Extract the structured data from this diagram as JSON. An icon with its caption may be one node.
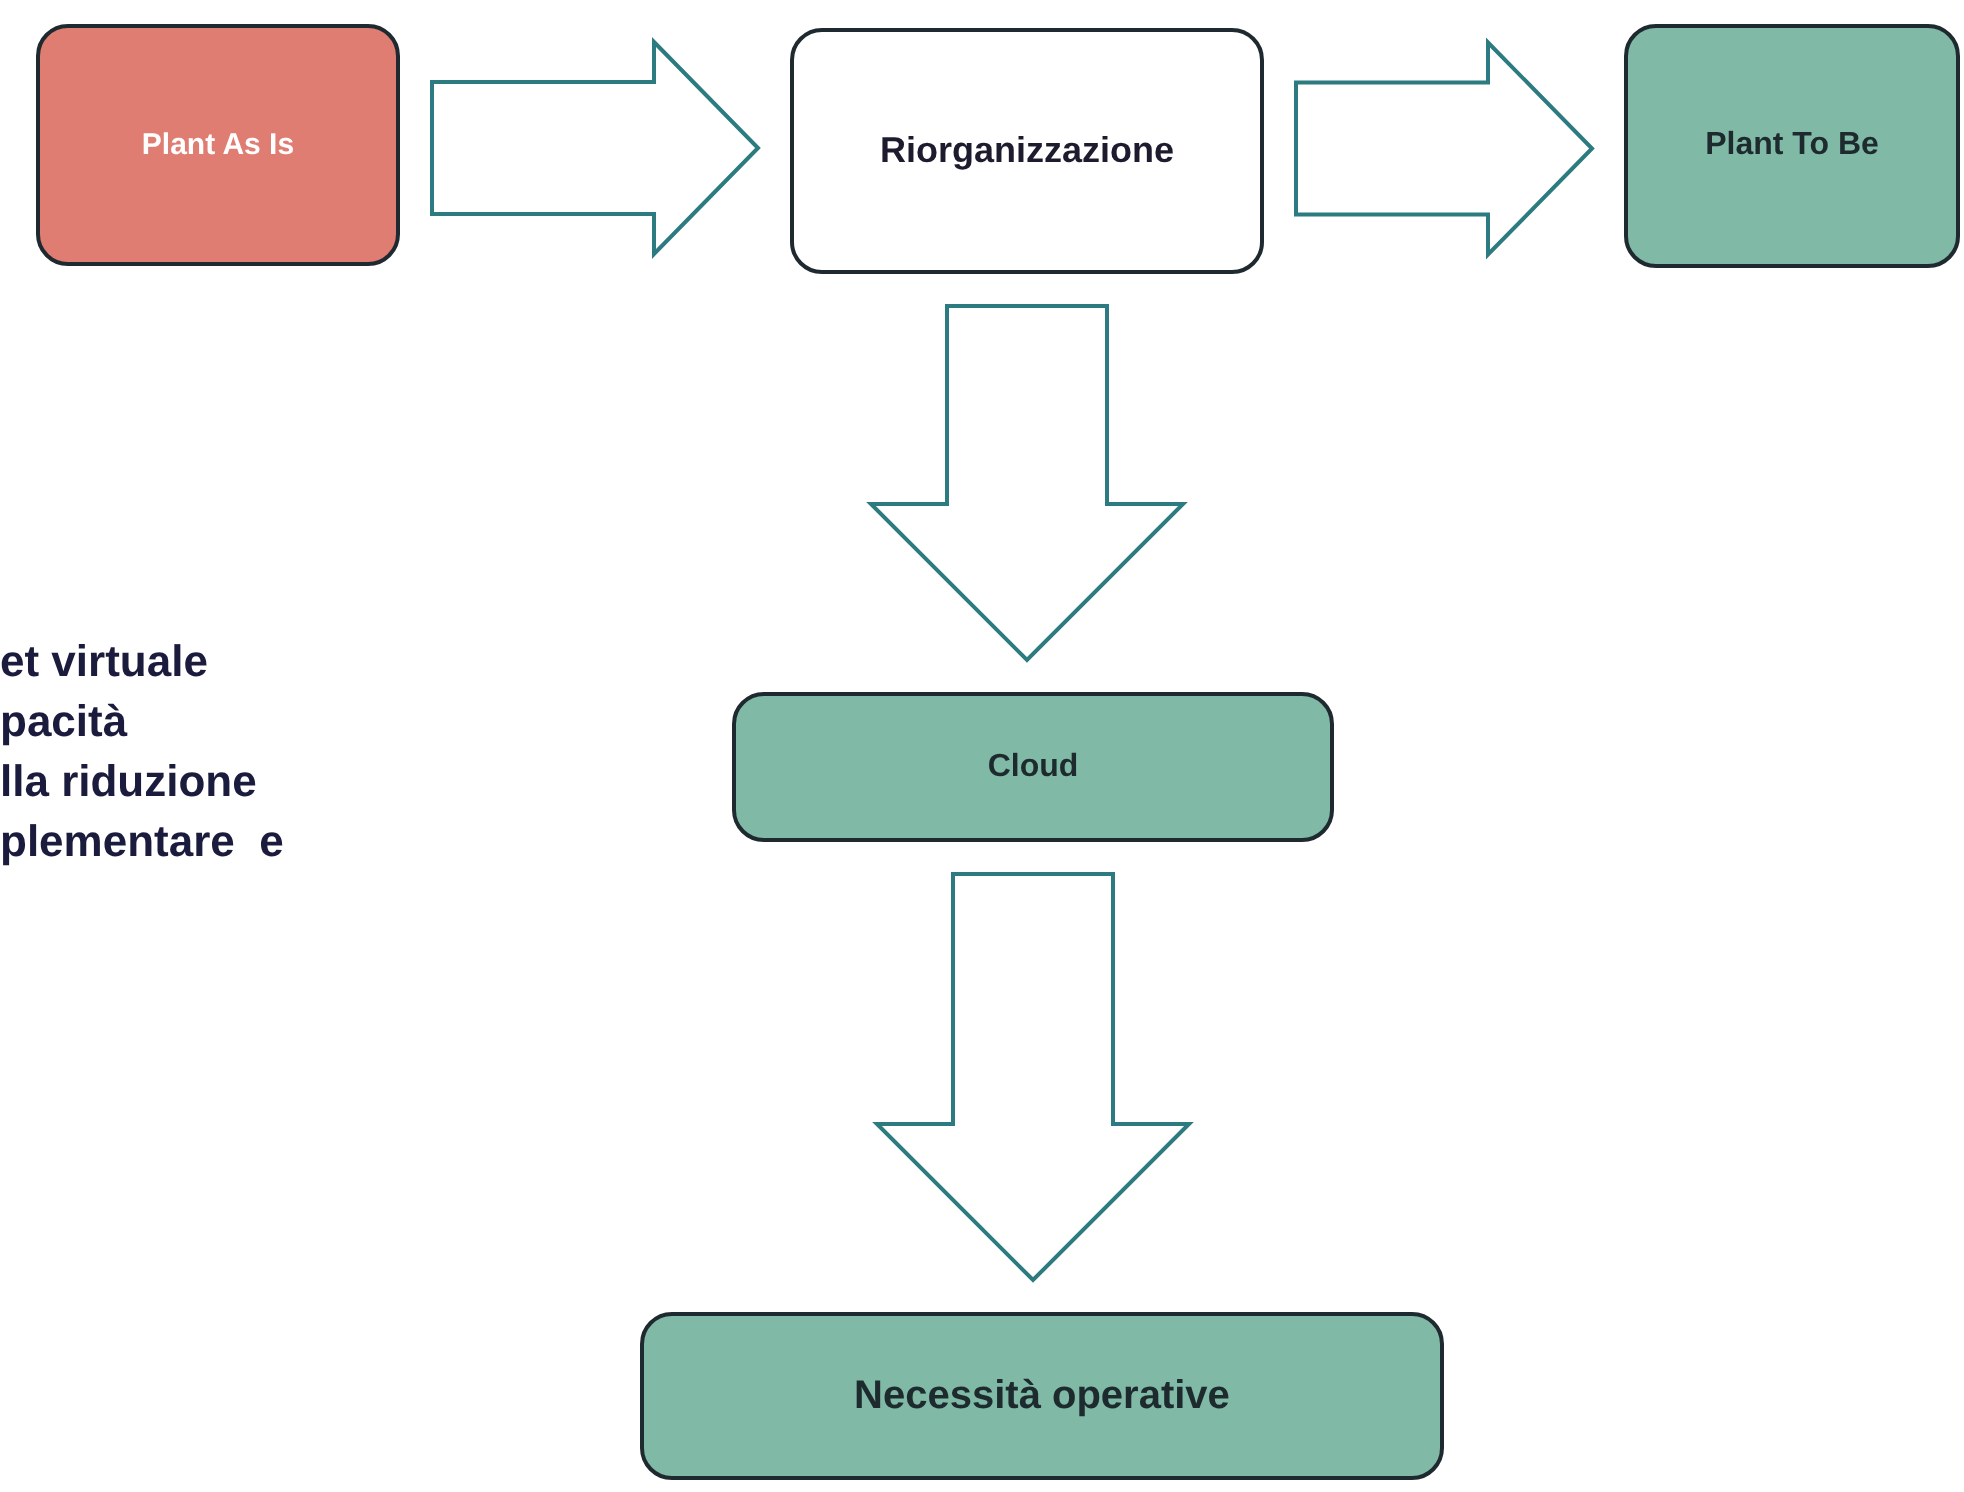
{
  "diagram": {
    "nodes": [
      {
        "text": [
          "Plant As Is"
        ]
      },
      {
        "text": [
          "Riorganizzazione"
        ]
      },
      {
        "text": [
          "Plant To Be"
        ]
      },
      {
        "text": [
          "Cloud"
        ]
      },
      {
        "text": [
          "Necessità operative"
        ]
      }
    ],
    "edges": [
      {
        "from": 0,
        "to": 1,
        "arrow": "to"
      },
      {
        "from": 1,
        "to": 2,
        "arrow": "to"
      },
      {
        "from": 1,
        "to": 3,
        "arrow": "to"
      },
      {
        "from": 3,
        "to": 4,
        "arrow": "to"
      }
    ],
    "labels": [
      "et virtuale",
      "pacità",
      "lla riduzione",
      "plementare  e"
    ]
  }
}
